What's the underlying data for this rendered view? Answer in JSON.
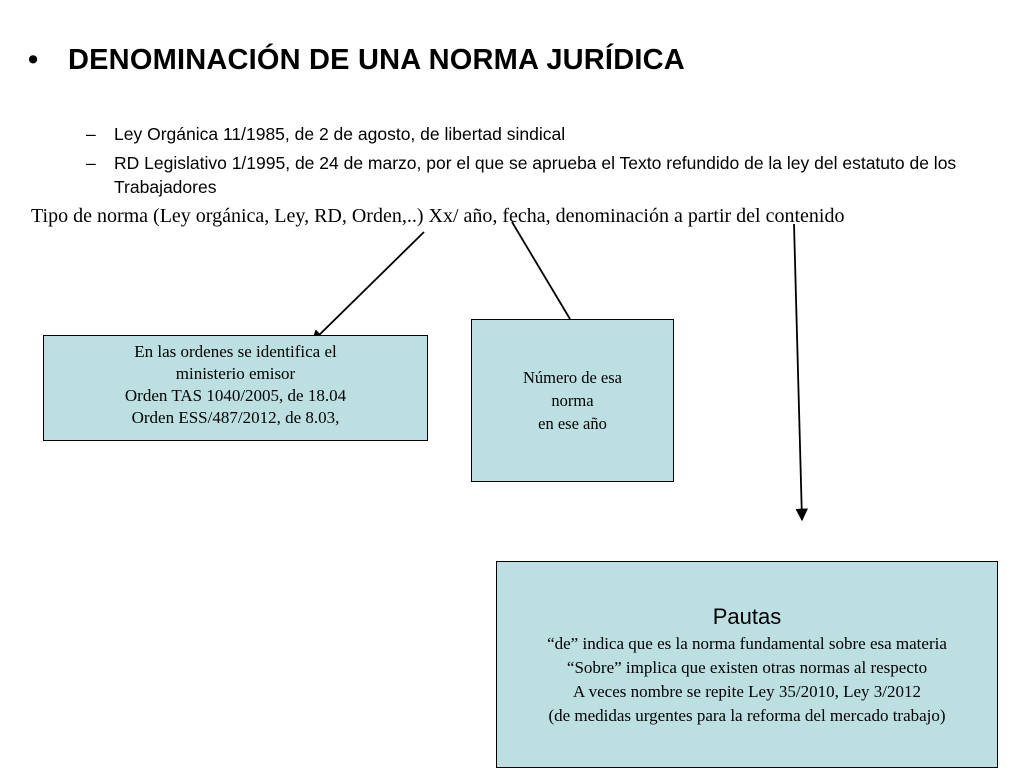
{
  "heading": {
    "bullet": "•",
    "text": "DENOMINACIÓN DE UNA NORMA JURÍDICA"
  },
  "examples": [
    {
      "dash": "–",
      "text": "Ley Orgánica 11/1985, de 2 de agosto, de libertad sindical"
    },
    {
      "dash": "–",
      "text": "RD Legislativo 1/1995, de 24 de marzo, por el que se aprueba el Texto refundido de la ley del estatuto de los Trabajadores"
    }
  ],
  "pattern": "Tipo de norma (Ley orgánica, Ley, RD, Orden,..) Xx/ año, fecha, denominación a partir del contenido",
  "orden_box": {
    "lines": [
      "En las ordenes se identifica el",
      "ministerio emisor",
      "Orden TAS 1040/2005, de 18.04",
      "Orden ESS/487/2012, de 8.03,"
    ]
  },
  "numero_box": {
    "lines": [
      "Número de esa",
      "norma",
      "en ese año"
    ]
  },
  "pautas_box": {
    "title": "Pautas",
    "lines": [
      "“de” indica que es la norma fundamental sobre esa materia",
      "“Sobre” implica que existen otras normas al respecto",
      "A veces nombre se repite Ley 35/2010, Ley 3/2012",
      "(de medidas urgentes para la reforma del mercado trabajo)"
    ]
  },
  "colors": {
    "box_fill": "#bcdfe1",
    "line": "#000000"
  }
}
